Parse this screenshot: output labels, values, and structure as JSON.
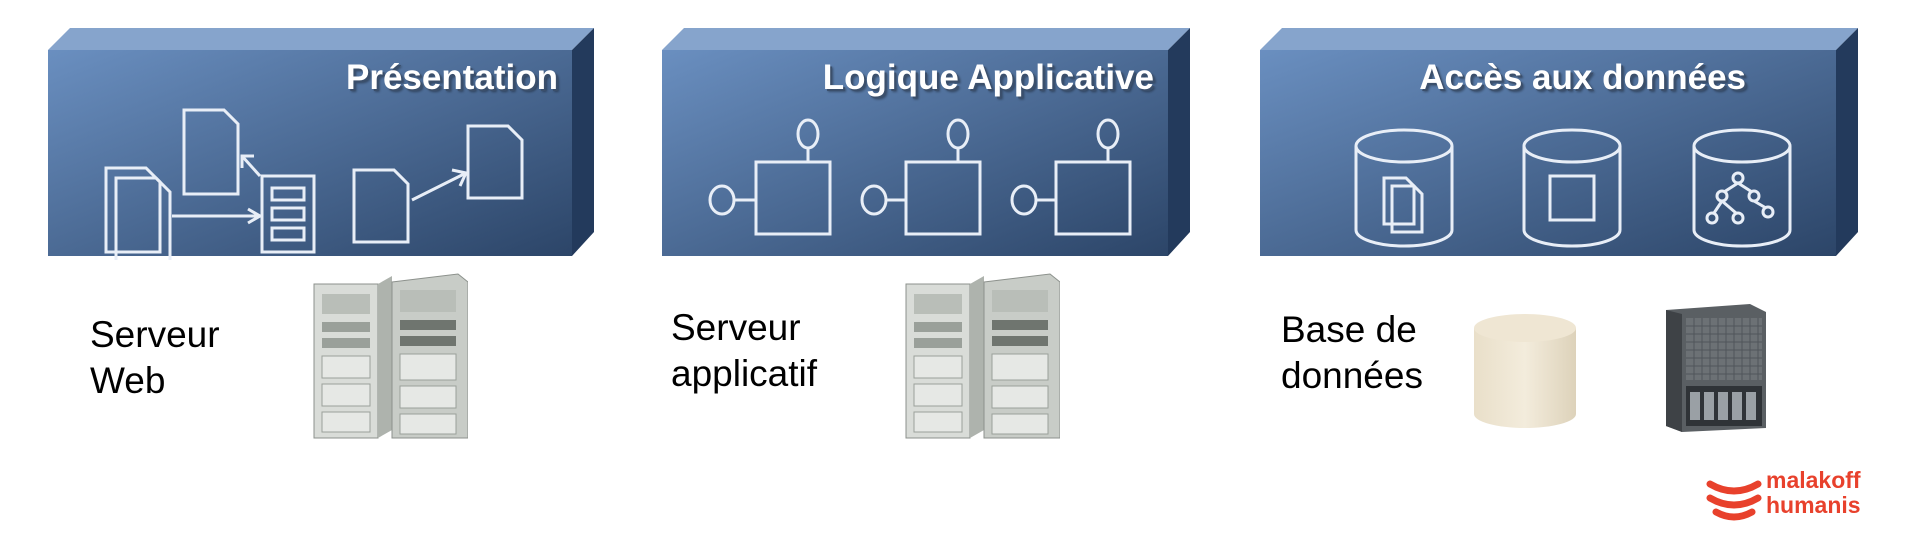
{
  "tiers": [
    {
      "title": "Présentation",
      "label_line1": "Serveur",
      "label_line2": "Web"
    },
    {
      "title": "Logique Applicative",
      "label_line1": "Serveur",
      "label_line2": "applicatif"
    },
    {
      "title": "Accès aux données",
      "label_line1": "Base de",
      "label_line2": "données"
    }
  ],
  "icons": {
    "presentation": [
      "documents-icon",
      "form-icon",
      "document-transfer-icon"
    ],
    "logic": [
      "component-icon",
      "component-icon",
      "component-icon"
    ],
    "data": [
      "database-documents-icon",
      "database-table-icon",
      "database-tree-icon"
    ],
    "hardware": [
      "server-rack-icon",
      "server-rack-icon",
      "database-cylinder-icon",
      "storage-array-icon"
    ]
  },
  "colors": {
    "box_front_top": "#5b7fb0",
    "box_front_bottom": "#2f4a6e",
    "box_top": "#7f9fc8",
    "box_side": "#1f3556",
    "brand": "#e8412c"
  },
  "logo": {
    "line1": "malakoff",
    "line2": "humanis"
  }
}
